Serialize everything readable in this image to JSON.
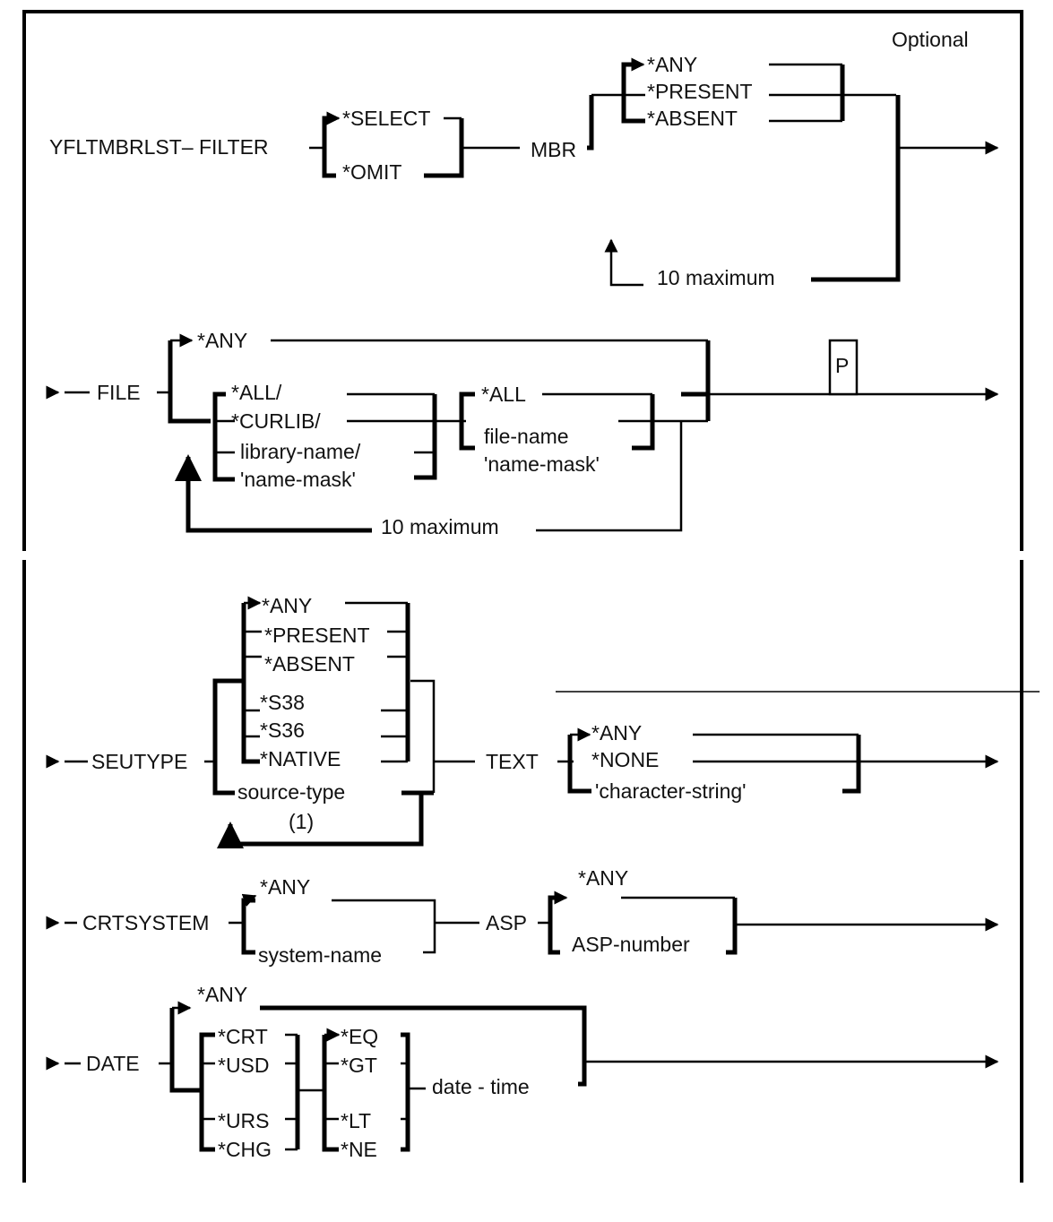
{
  "header": {
    "optional_label": "Optional"
  },
  "filter": {
    "keyword": "YFLTMBRLST– FILTER",
    "options": [
      "*SELECT",
      "*OMIT"
    ],
    "default": "*SELECT"
  },
  "mbr": {
    "keyword": "MBR",
    "options": [
      "*ANY",
      "*PRESENT",
      "*ABSENT"
    ],
    "default": "*ANY",
    "repeat": "10 maximum"
  },
  "file": {
    "keyword": "FILE",
    "any": "*ANY",
    "library_options": [
      "*ALL/",
      "*CURLIB/",
      "library-name/",
      "'name-mask'"
    ],
    "file_options": [
      "*ALL",
      "file-name",
      "'name-mask'"
    ],
    "repeat": "10 maximum",
    "positional_marker": "P"
  },
  "seutype": {
    "keyword": "SEUTYPE",
    "options": [
      "*ANY",
      "*PRESENT",
      "*ABSENT",
      "*S38",
      "*S36",
      "*NATIVE"
    ],
    "source_type": "source-type",
    "footnote": "(1)"
  },
  "text": {
    "keyword": "TEXT",
    "options": [
      "*ANY",
      "*NONE",
      "'character-string'"
    ]
  },
  "crtsystem": {
    "keyword": "CRTSYSTEM",
    "options": [
      "*ANY",
      "system-name"
    ]
  },
  "asp": {
    "keyword": "ASP",
    "options": [
      "*ANY",
      "ASP-number"
    ]
  },
  "date": {
    "keyword": "DATE",
    "any": "*ANY",
    "types": [
      "*CRT",
      "*USD",
      "*URS",
      "*CHG"
    ],
    "operators": [
      "*EQ",
      "*GT",
      "*LT",
      "*NE"
    ],
    "value": "date - time"
  }
}
